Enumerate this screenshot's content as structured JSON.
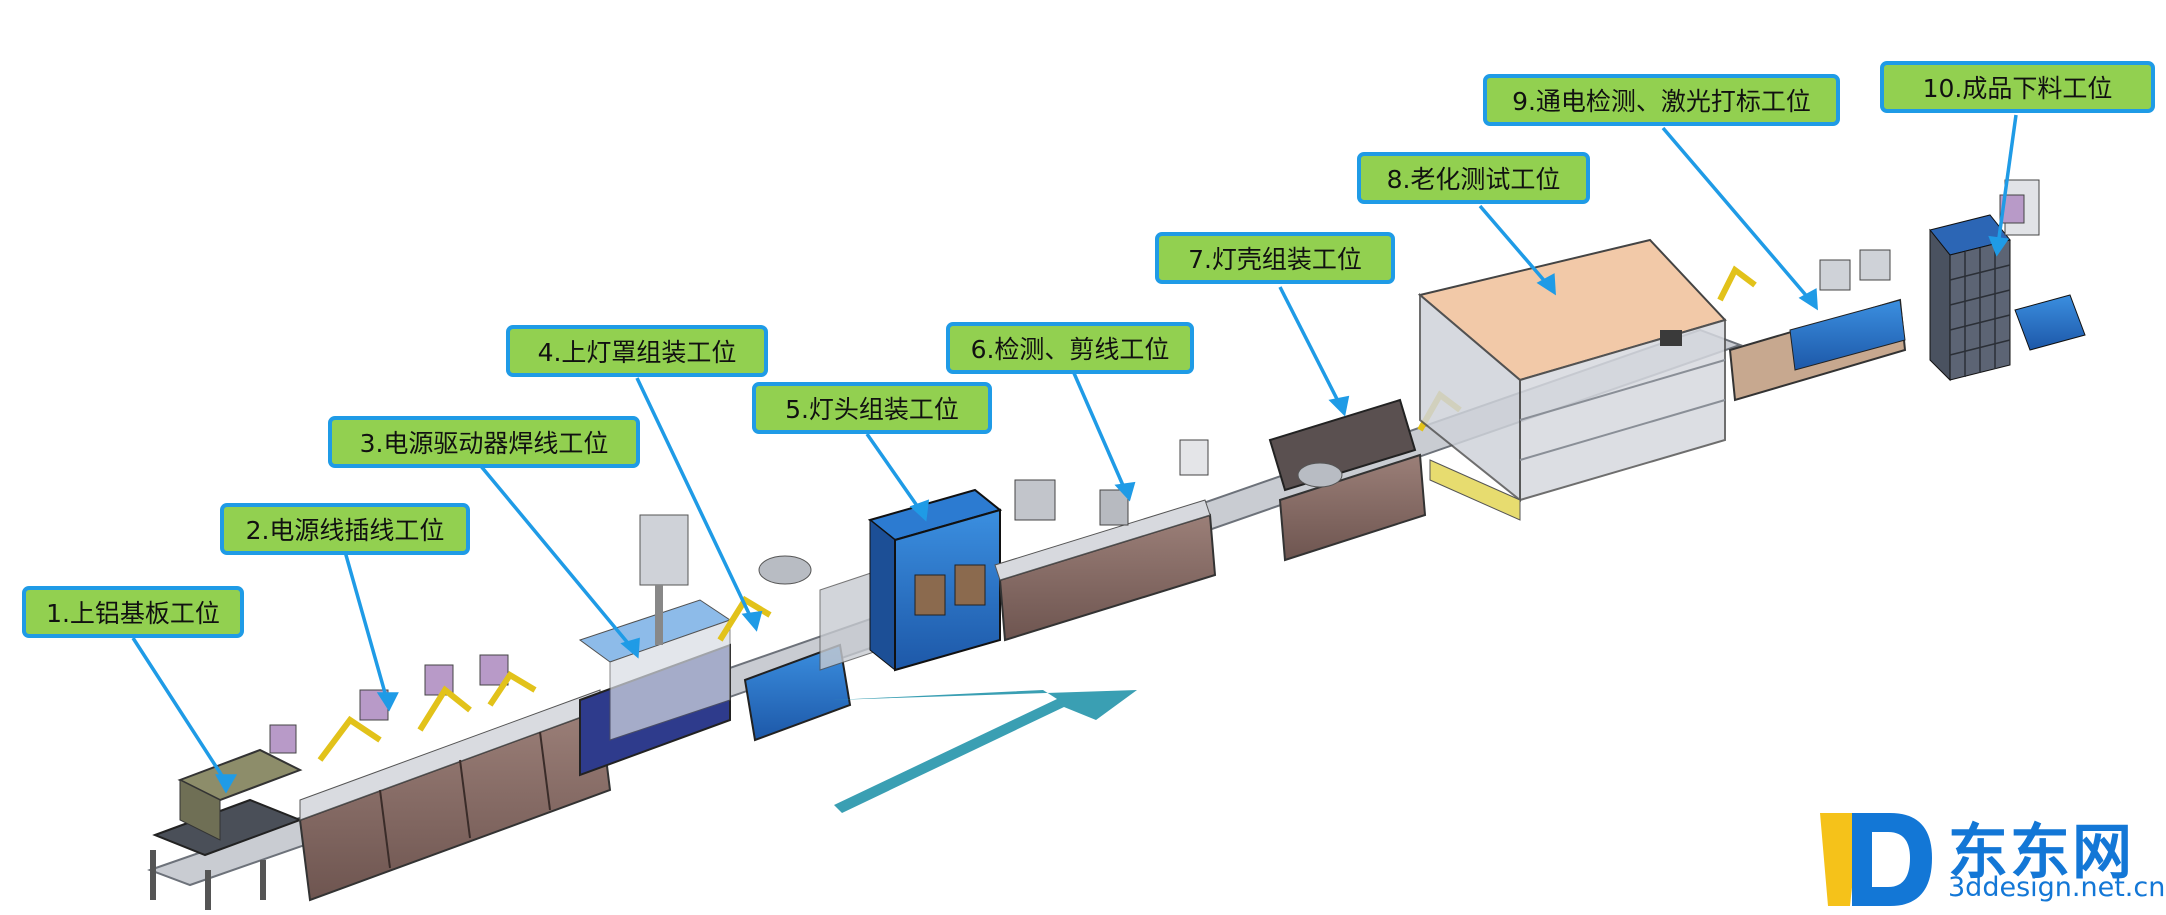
{
  "stations": [
    {
      "id": "s1",
      "label": "1.上铝基板工位"
    },
    {
      "id": "s2",
      "label": "2.电源线插线工位"
    },
    {
      "id": "s3",
      "label": "3.电源驱动器焊线工位"
    },
    {
      "id": "s4",
      "label": "4.上灯罩组装工位"
    },
    {
      "id": "s5",
      "label": "5.灯头组装工位"
    },
    {
      "id": "s6",
      "label": "6.检测、剪线工位"
    },
    {
      "id": "s7",
      "label": "7.灯壳组装工位"
    },
    {
      "id": "s8",
      "label": "8.老化测试工位"
    },
    {
      "id": "s9",
      "label": "9.通电检测、激光打标工位"
    },
    {
      "id": "s10",
      "label": "10.成品下料工位"
    }
  ],
  "watermark": {
    "brand": "东东网",
    "url": "3ddesign.net.cn"
  },
  "colors": {
    "label_fill": "#92d050",
    "label_border": "#1f9be6",
    "leader_line": "#1f9be6",
    "flow_arrow": "#3a9fb3",
    "logo": "#1377d6"
  }
}
